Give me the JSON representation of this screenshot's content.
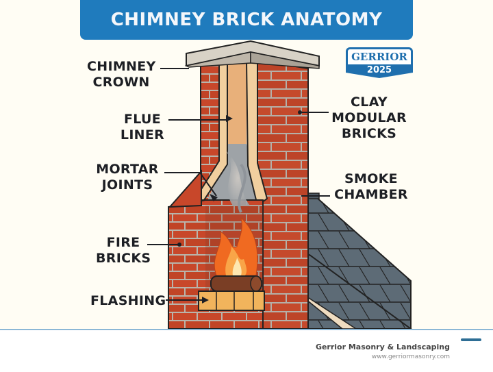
{
  "title": "CHIMNEY BRICK ANATOMY",
  "badge": {
    "name": "GERRIOR",
    "year": "2025"
  },
  "labels": {
    "chimney_crown": [
      "CHIMNEY",
      "CROWN"
    ],
    "flue_liner": [
      "FLUE",
      "LINER"
    ],
    "mortar_joints": [
      "MORTAR",
      "JOINTS"
    ],
    "fire_bricks": [
      "FIRE",
      "BRICKS"
    ],
    "flashing": [
      "FLASHING"
    ],
    "clay_modular_bricks": [
      "CLAY",
      "MODULAR",
      "BRICKS"
    ],
    "smoke_chamber": [
      "SMOKE",
      "CHAMBER"
    ]
  },
  "footer": {
    "company": "Gerrior Masonry & Landscaping",
    "url": "www.gerriormasonry.com"
  },
  "colors": {
    "title_bg": "#1f7bbd",
    "brick": "#c8472a",
    "mortar": "#b9b4ab",
    "liner": "#f1cf9f",
    "crown": "#d8d2c6",
    "roof": "#5d6b76",
    "text": "#1d1f24"
  }
}
